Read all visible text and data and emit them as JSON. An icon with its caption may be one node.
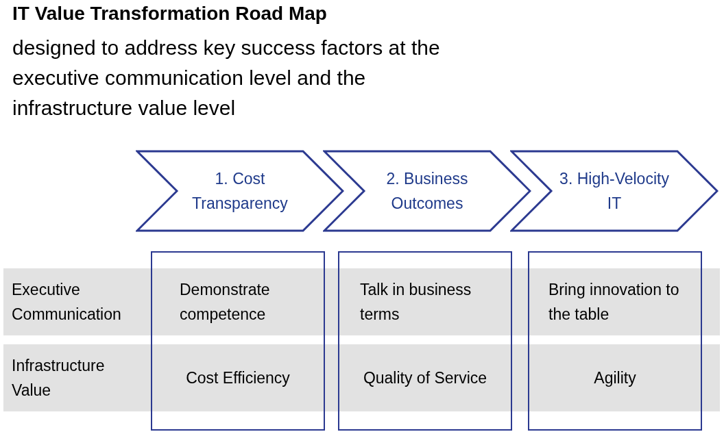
{
  "diagram": {
    "title": "IT Value Transformation Road Map",
    "nodes": [
      {
        "text": [
          "1. Cost Transparency"
        ]
      },
      {
        "text": [
          "2. Business Outcomes"
        ]
      },
      {
        "text": [
          "3. High-Velocity IT"
        ]
      },
      {
        "text": [
          "Executive Communication"
        ]
      },
      {
        "text": [
          "Infrastructure Value"
        ]
      },
      {
        "text": [
          "Demonstrate competence",
          "Cost Efficiency"
        ]
      },
      {
        "text": [
          "Talk in business terms",
          "Quality of Service"
        ]
      },
      {
        "text": [
          "Bring innovation to the table",
          "Agility"
        ]
      }
    ],
    "labels": [
      "designed to address key success factors at the executive communication level and the infrastructure value level"
    ]
  }
}
